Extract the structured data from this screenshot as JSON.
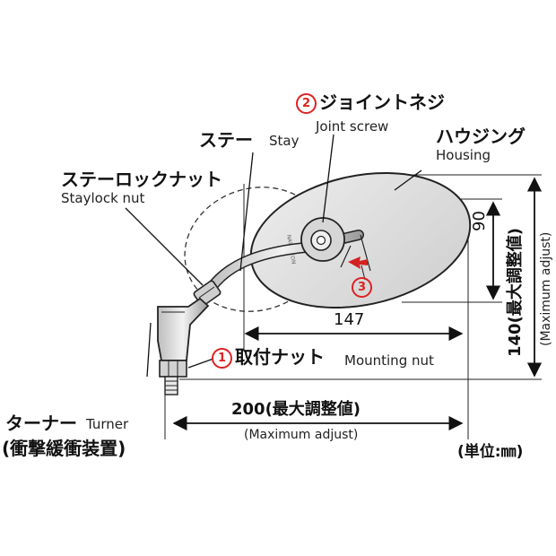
{
  "labels": {
    "joint_screw": {
      "number": "2",
      "jp": "ジョイントネジ",
      "en": "Joint screw"
    },
    "stay": {
      "jp": "ステー",
      "en": "Stay"
    },
    "housing": {
      "jp": "ハウジング",
      "en": "Housing"
    },
    "staylock_nut": {
      "jp": "ステーロックナット",
      "en": "Staylock nut"
    },
    "adjust_marker": {
      "number": "3"
    },
    "mounting_nut": {
      "number": "1",
      "jp": "取付ナット",
      "en": "Mounting nut"
    },
    "turner": {
      "jp": "ターナー",
      "en": "Turner",
      "sub_jp": "(衝撃緩衝装置)"
    }
  },
  "dimensions": {
    "housing_width": "147",
    "housing_height": "90",
    "max_height": "140(最大調整値)",
    "max_height_en": "(Maximum adjust)",
    "max_width": "200(最大調整値)",
    "max_width_en": "(Maximum adjust)",
    "unit": "(単位:㎜)"
  },
  "colors": {
    "accent_red": "#d22222",
    "line": "#111111",
    "part_fill": "#d9d9d9"
  }
}
